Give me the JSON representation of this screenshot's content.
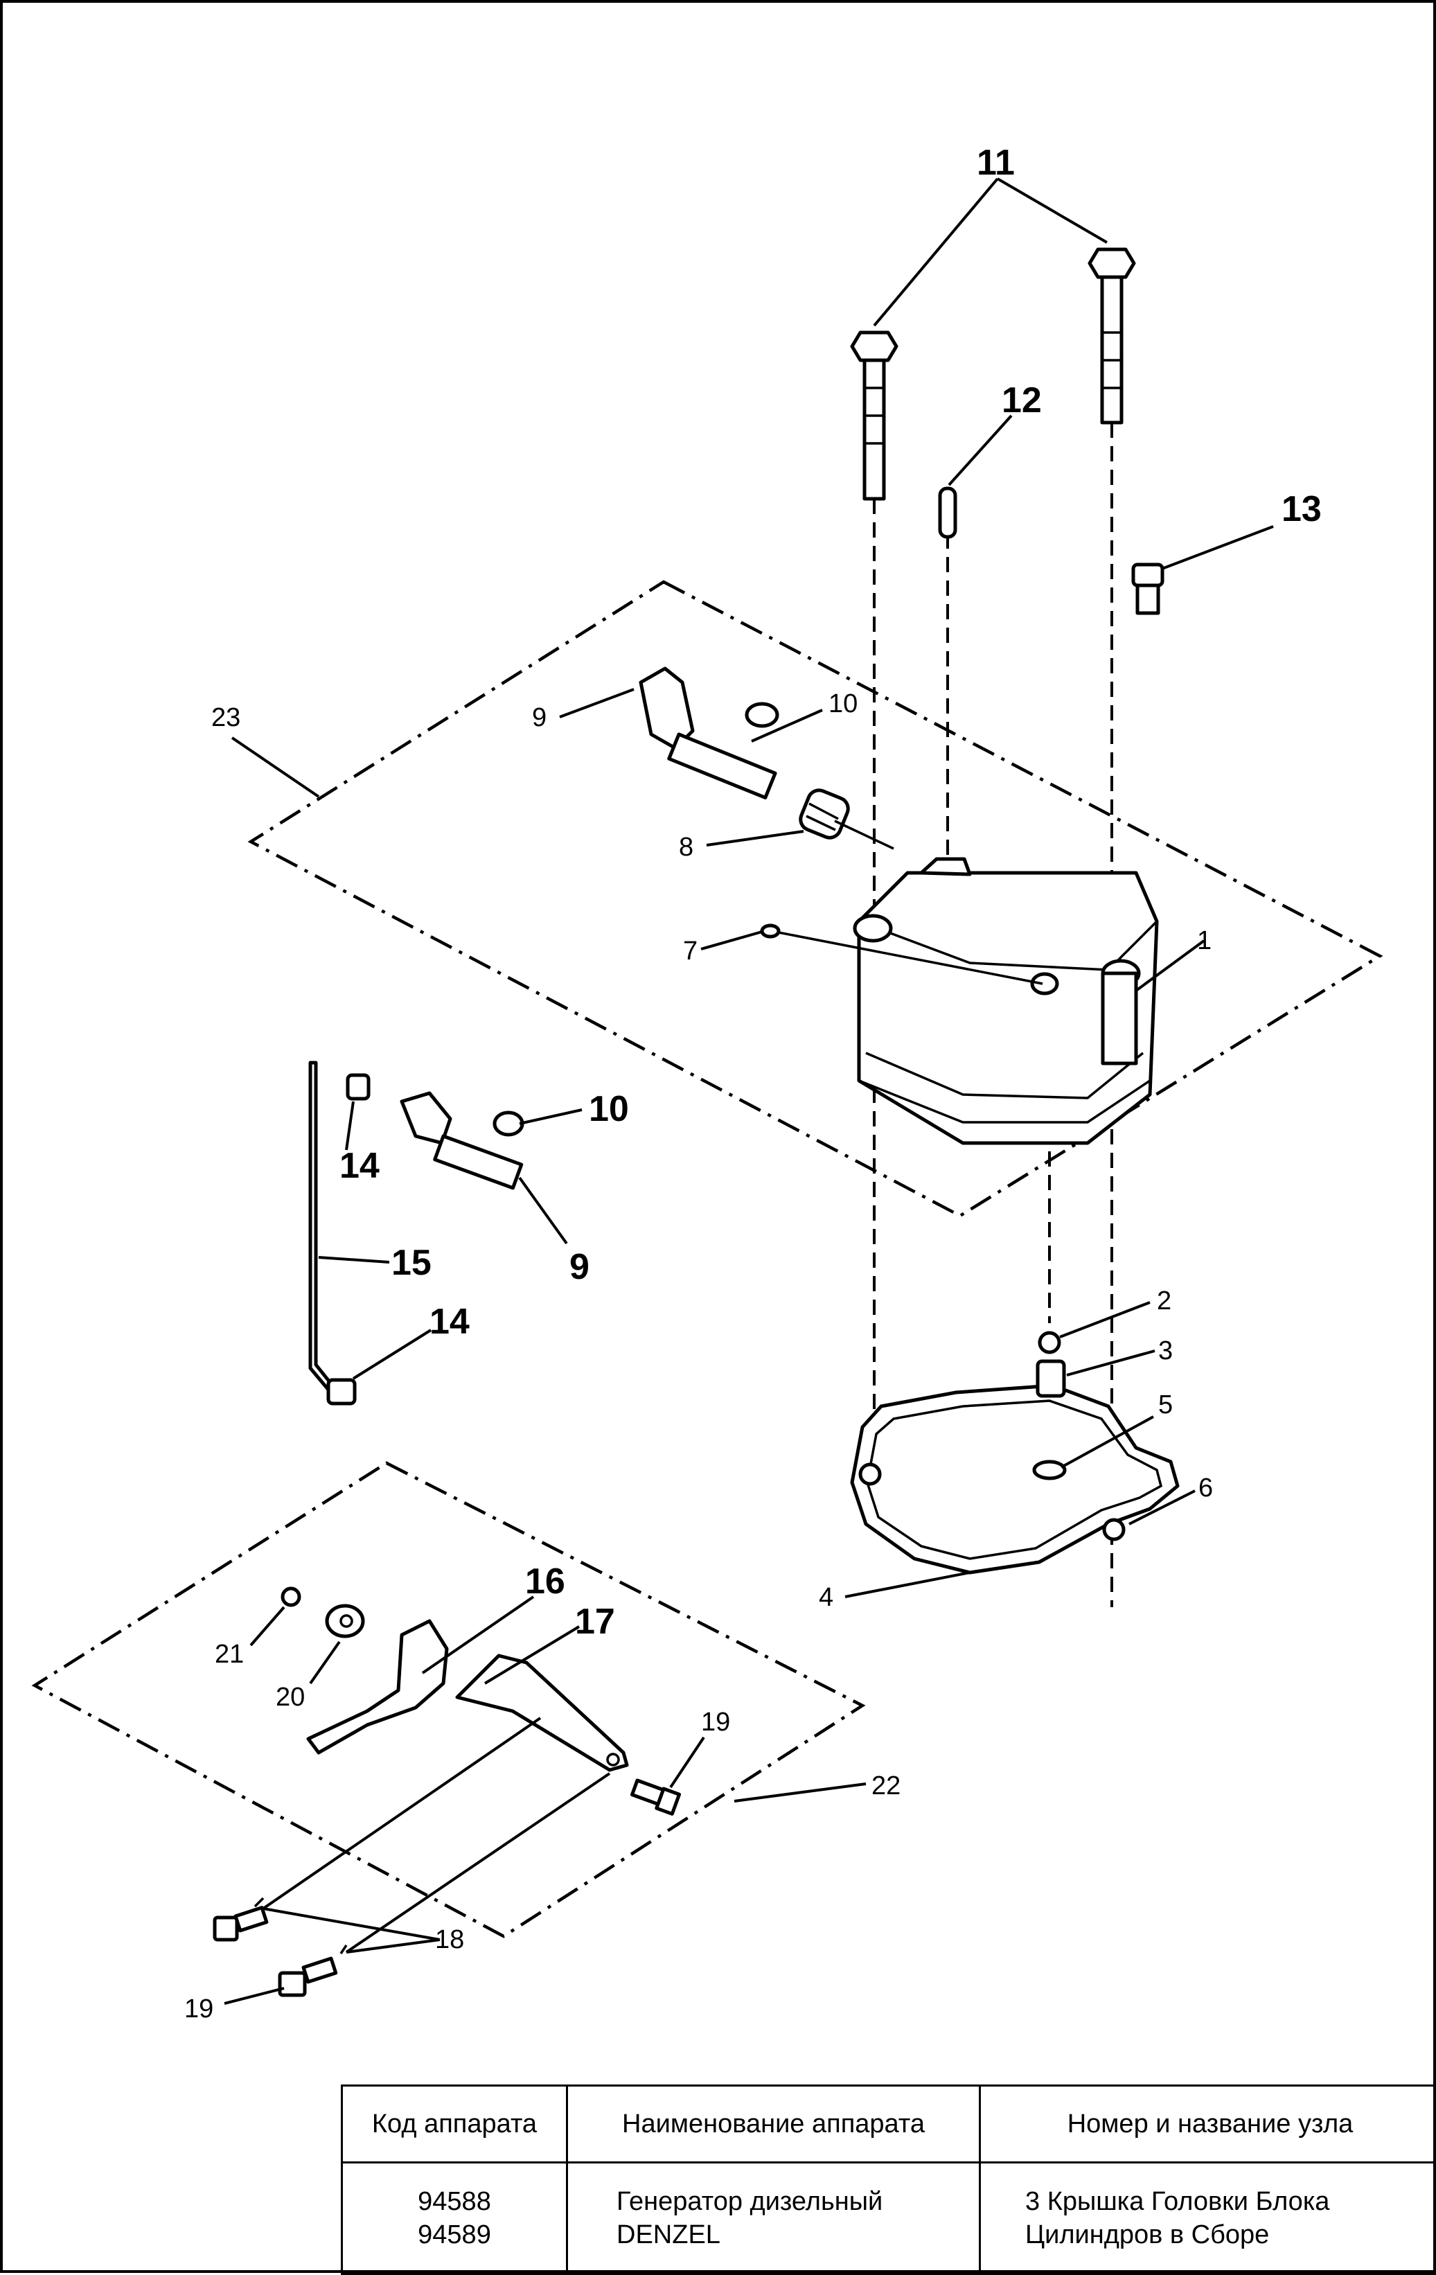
{
  "diagram": {
    "callouts": [
      {
        "id": "c11",
        "text": "11"
      },
      {
        "id": "c12",
        "text": "12"
      },
      {
        "id": "c13",
        "text": "13"
      },
      {
        "id": "c23",
        "text": "23"
      },
      {
        "id": "c9a",
        "text": "9"
      },
      {
        "id": "c10a",
        "text": "10"
      },
      {
        "id": "c8",
        "text": "8"
      },
      {
        "id": "c7",
        "text": "7"
      },
      {
        "id": "c1",
        "text": "1"
      },
      {
        "id": "c10b",
        "text": "10"
      },
      {
        "id": "c14a",
        "text": "14"
      },
      {
        "id": "c9b",
        "text": "9"
      },
      {
        "id": "c15",
        "text": "15"
      },
      {
        "id": "c14b",
        "text": "14"
      },
      {
        "id": "c2",
        "text": "2"
      },
      {
        "id": "c3",
        "text": "3"
      },
      {
        "id": "c5",
        "text": "5"
      },
      {
        "id": "c6",
        "text": "6"
      },
      {
        "id": "c4",
        "text": "4"
      },
      {
        "id": "c16",
        "text": "16"
      },
      {
        "id": "c17",
        "text": "17"
      },
      {
        "id": "c21",
        "text": "21"
      },
      {
        "id": "c20",
        "text": "20"
      },
      {
        "id": "c19a",
        "text": "19"
      },
      {
        "id": "c22",
        "text": "22"
      },
      {
        "id": "c18",
        "text": "18"
      },
      {
        "id": "c19b",
        "text": "19"
      }
    ]
  },
  "table": {
    "headers": [
      "Код аппарата",
      "Наименование аппарата",
      "Номер и название узла"
    ],
    "codes": [
      "94588",
      "94589"
    ],
    "name_lines": [
      "Генератор дизельный",
      "DENZEL"
    ],
    "node_lines": [
      "3 Крышка Головки Блока",
      "Цилиндров в Сборе"
    ]
  }
}
